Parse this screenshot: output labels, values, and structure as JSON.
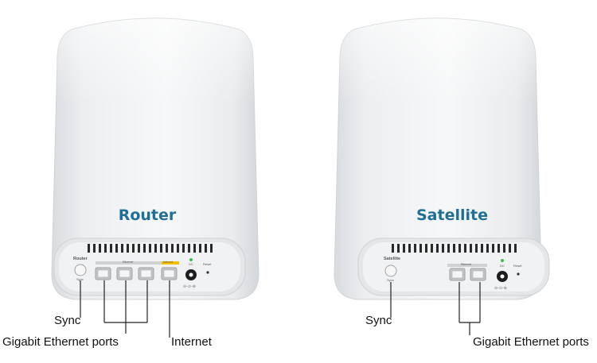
{
  "router": {
    "label": "Router",
    "panel_name": "Router",
    "panel_sync": "Sync",
    "panel_ethernet": "Ethernet",
    "panel_internet": "Internet",
    "panel_dc": "DC",
    "panel_reset": "Reset",
    "callouts": {
      "sync": "Sync",
      "ethernet": "Gigabit Ethernet ports",
      "internet": "Internet"
    }
  },
  "satellite": {
    "label": "Satellite",
    "panel_name": "Satellite",
    "panel_sync": "Sync",
    "panel_ethernet": "Ethernet",
    "panel_dc": "DC",
    "panel_reset": "Reset",
    "callouts": {
      "sync": "Sync",
      "ethernet": "Gigabit Ethernet ports"
    }
  },
  "colors": {
    "label_blue": "#1f6f97",
    "internet_badge": "#f2c200",
    "status_led": "#3bbf4a"
  }
}
